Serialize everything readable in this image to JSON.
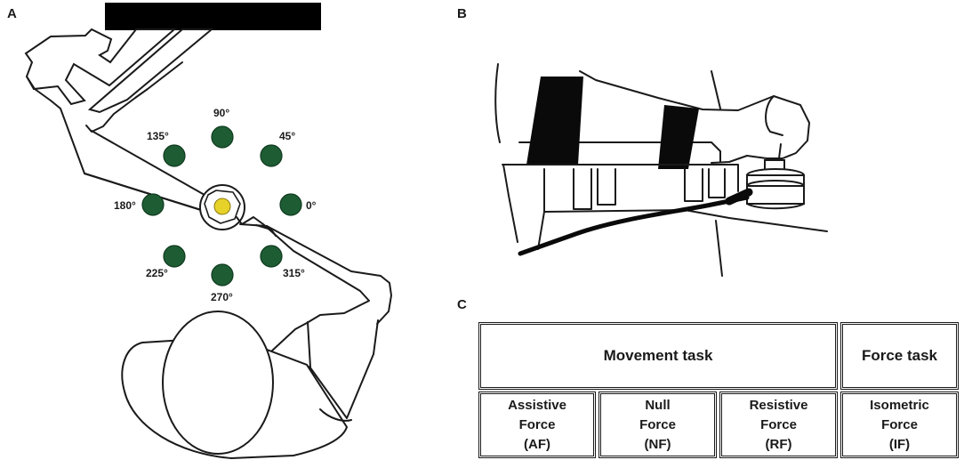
{
  "panels": {
    "a": "A",
    "b": "B",
    "c": "C"
  },
  "targets": {
    "angles": [
      "90°",
      "45°",
      "0°",
      "315°",
      "270°",
      "225°",
      "180°",
      "135°"
    ],
    "colors": {
      "peripheral": "#1e5d34",
      "center": "#e7d22a"
    }
  },
  "table": {
    "movement_task": "Movement task",
    "force_task": "Force task",
    "conditions": [
      {
        "line1": "Assistive",
        "line2": "Force",
        "line3": "(AF)"
      },
      {
        "line1": "Null",
        "line2": "Force",
        "line3": "(NF)"
      },
      {
        "line1": "Resistive",
        "line2": "Force",
        "line3": "(RF)"
      },
      {
        "line1": "Isometric",
        "line2": "Force",
        "line3": "(IF)"
      }
    ]
  }
}
